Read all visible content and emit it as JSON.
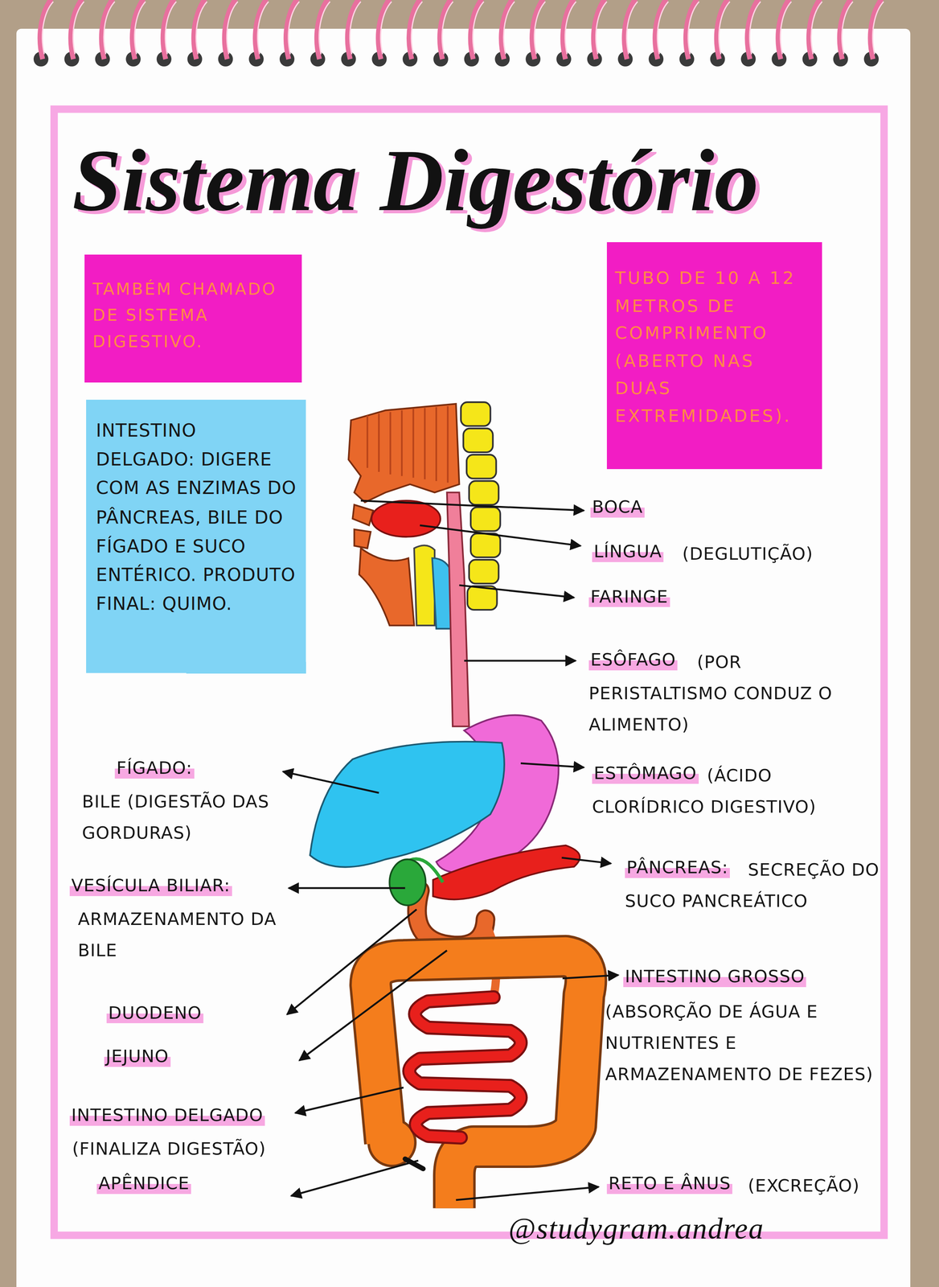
{
  "diagram": {
    "title": "Sistema Digestório",
    "nodes": [
      {
        "text": [
          "TAMBÉM CHAMADO DE SISTEMA DIGESTIVO."
        ]
      },
      {
        "text": [
          "TUBO DE 10 A 12 METROS DE COMPRIMENTO (ABERTO NAS DUAS EXTREMIDADES)."
        ]
      },
      {
        "text": [
          "INTESTINO DELGADO: DIGERE COM AS ENZIMAS DO PÂNCREAS, BILE DO FÍGADO E SUCO ENTÉRICO. PRODUTO FINAL: QUIMO."
        ]
      }
    ],
    "labels": [
      "BOCA",
      "LÍNGUA",
      "(DEGLUTIÇÃO)",
      "FARINGE",
      "ESÔFAGO",
      "(POR PERISTALTISMO CONDUZ O ALIMENTO)",
      "FÍGADO:",
      "BILE (DIGESTÃO DAS GORDURAS)",
      "ESTÔMAGO",
      "(ÁCIDO CLORÍDRICO DIGESTIVO)",
      "VESÍCULA BILIAR:",
      "ARMAZENAMENTO DA BILE",
      "PÂNCREAS:",
      "SECREÇÃO DO SUCO PANCREÁTICO",
      "INTESTINO GROSSO",
      "(ABSORÇÃO DE ÁGUA E NUTRIENTES E ARMAZENAMENTO DE FEZES)",
      "DUODENO",
      "JEJUNO",
      "INTESTINO DELGADO",
      "(FINALIZA DIGESTÃO)",
      "APÊNDICE",
      "RETO E ÂNUS",
      "(EXCREÇÃO)",
      "@studygram.andrea"
    ]
  }
}
